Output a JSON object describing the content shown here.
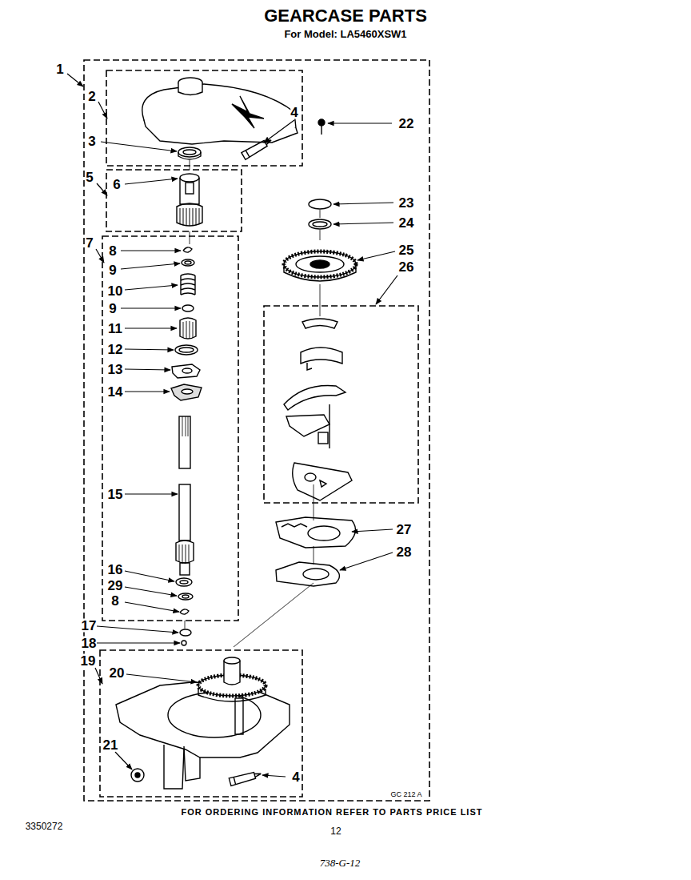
{
  "diagram": {
    "title": "GEARCASE PARTS",
    "labels": [
      "For Model: LA5460XSW1",
      "1",
      "2",
      "3",
      "4",
      "22",
      "5",
      "6",
      "23",
      "24",
      "25",
      "26",
      "7",
      "8",
      "9",
      "10",
      "9",
      "11",
      "12",
      "13",
      "14",
      "15",
      "27",
      "28",
      "16",
      "29",
      "8",
      "17",
      "18",
      "19",
      "20",
      "21",
      "4",
      "GC 212 A",
      "FOR ORDERING INFORMATION REFER TO PARTS PRICE LIST",
      "3350272",
      "12",
      "738-G-12"
    ]
  }
}
